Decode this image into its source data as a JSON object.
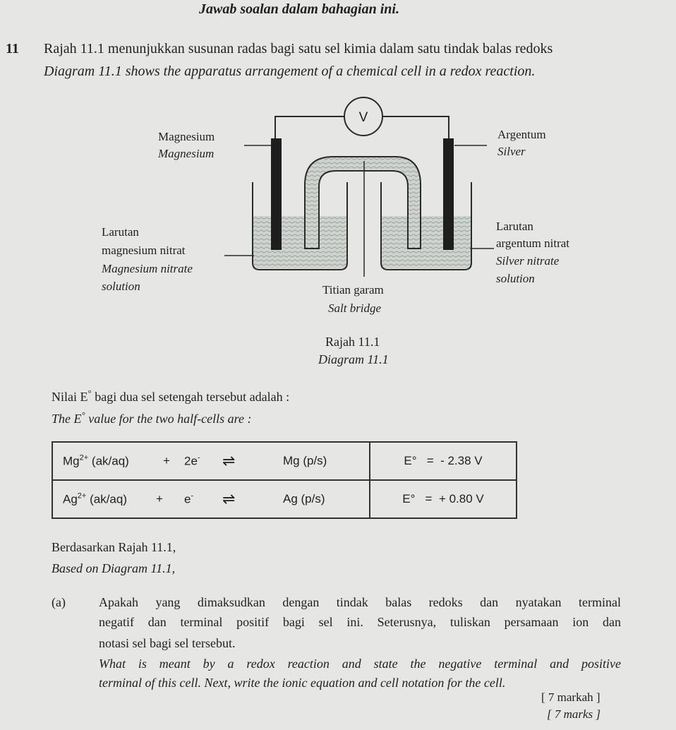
{
  "header": {
    "instruction": "Jawab soalan dalam bahagian ini."
  },
  "question": {
    "number": "11",
    "intro_ms": "Rajah 11.1 menunjukkan susunan radas bagi satu sel kimia dalam satu tindak balas redoks",
    "intro_en": "Diagram 11.1 shows the apparatus arrangement of a chemical cell in a redox reaction."
  },
  "diagram": {
    "voltmeter": "V",
    "left_electrode_ms": "Magnesium",
    "left_electrode_en": "Magnesium",
    "right_electrode_ms": "Argentum",
    "right_electrode_en": "Silver",
    "left_solution_ms_1": "Larutan",
    "left_solution_ms_2": "magnesium nitrat",
    "left_solution_en_1": "Magnesium nitrate",
    "left_solution_en_2": "solution",
    "right_solution_ms_1": "Larutan",
    "right_solution_ms_2": "argentum nitrat",
    "right_solution_en_1": "Silver nitrate",
    "right_solution_en_2": "solution",
    "salt_bridge_ms": "Titian garam",
    "salt_bridge_en": "Salt bridge",
    "caption_ms": "Rajah 11.1",
    "caption_en": "Diagram 11.1"
  },
  "eo_intro": {
    "ms_a": "Nilai E",
    "ms_b": "bagi dua sel setengah tersebut adalah :",
    "en_a": "The E",
    "en_b": "value for the two half-cells are :",
    "degree": "°"
  },
  "table": {
    "rows": [
      {
        "ion": "Mg",
        "charge": "2+",
        "state": "(ak/aq)",
        "plus": "+",
        "electrons": "2e",
        "electron_sup": "-",
        "arrow": "⇌",
        "product": "Mg (p/s)",
        "e_label": "E°",
        "eq": "=",
        "value": "- 2.38 V"
      },
      {
        "ion": "Ag",
        "charge": "2+",
        "state": "(ak/aq)",
        "plus": "+",
        "electrons": "e",
        "electron_sup": "-",
        "arrow": "⇌",
        "product": "Ag (p/s)",
        "e_label": "E°",
        "eq": "=",
        "value": "+ 0.80 V"
      }
    ]
  },
  "based_on": {
    "ms": "Berdasarkan Rajah 11.1,",
    "en": "Based on Diagram 11.1,"
  },
  "part_a": {
    "label": "(a)",
    "ms_1": "Apakah yang dimaksudkan dengan tindak balas redoks dan nyatakan terminal",
    "ms_2": "negatif dan terminal positif bagi sel ini. Seterusnya, tuliskan persamaan ion dan",
    "ms_3": "notasi sel bagi sel tersebut.",
    "en_1": "What is meant by a redox reaction and state the negative terminal and positive",
    "en_2": "terminal of this cell. Next, write the ionic equation and cell notation for the cell.",
    "marks_ms": "[ 7 markah ]",
    "marks_en": "[ 7 marks ]"
  }
}
